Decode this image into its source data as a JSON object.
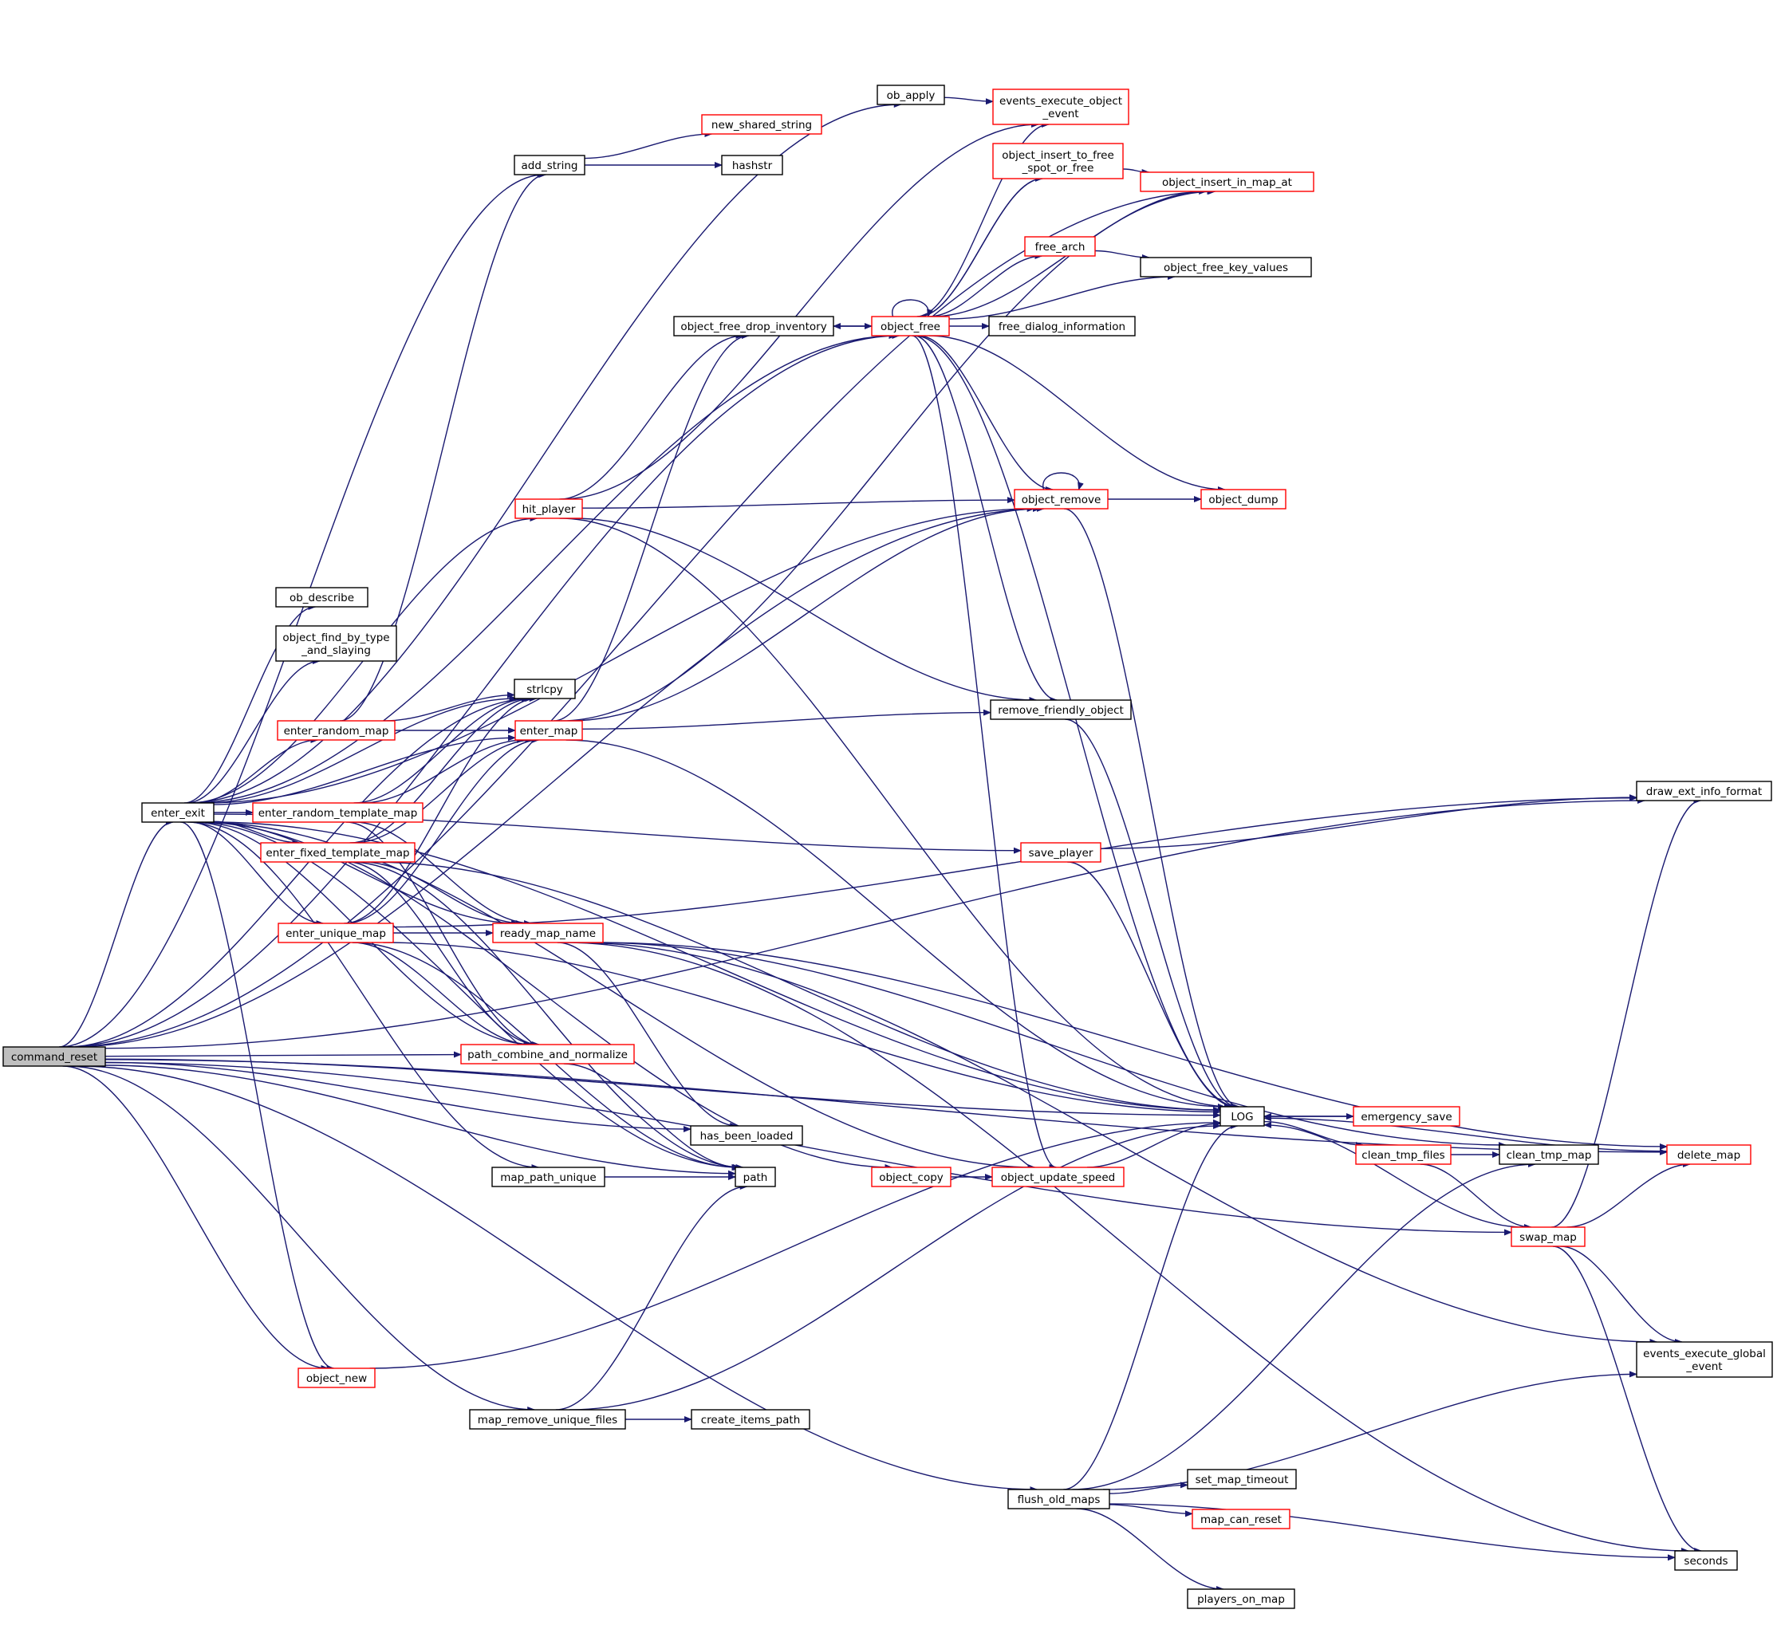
{
  "nodes": [
    {
      "id": "command_reset",
      "lines": [
        "command_reset"
      ],
      "style": "gray"
    },
    {
      "id": "enter_exit",
      "lines": [
        "enter_exit"
      ],
      "style": "black"
    },
    {
      "id": "ob_apply",
      "lines": [
        "ob_apply"
      ],
      "style": "black"
    },
    {
      "id": "events_execute_object_event",
      "lines": [
        "events_execute_object",
        "_event"
      ],
      "style": "red"
    },
    {
      "id": "new_shared_string",
      "lines": [
        "new_shared_string"
      ],
      "style": "red"
    },
    {
      "id": "add_string",
      "lines": [
        "add_string"
      ],
      "style": "black"
    },
    {
      "id": "hashstr",
      "lines": [
        "hashstr"
      ],
      "style": "black"
    },
    {
      "id": "object_insert_to_free_spot_or_free",
      "lines": [
        "object_insert_to_free",
        "_spot_or_free"
      ],
      "style": "red"
    },
    {
      "id": "object_insert_in_map_at",
      "lines": [
        "object_insert_in_map_at"
      ],
      "style": "red"
    },
    {
      "id": "free_arch",
      "lines": [
        "free_arch"
      ],
      "style": "red"
    },
    {
      "id": "object_free_key_values",
      "lines": [
        "object_free_key_values"
      ],
      "style": "black"
    },
    {
      "id": "object_free_drop_inventory",
      "lines": [
        "object_free_drop_inventory"
      ],
      "style": "black"
    },
    {
      "id": "object_free",
      "lines": [
        "object_free"
      ],
      "style": "red"
    },
    {
      "id": "free_dialog_information",
      "lines": [
        "free_dialog_information"
      ],
      "style": "black"
    },
    {
      "id": "hit_player",
      "lines": [
        "hit_player"
      ],
      "style": "red"
    },
    {
      "id": "object_remove",
      "lines": [
        "object_remove"
      ],
      "style": "red"
    },
    {
      "id": "object_dump",
      "lines": [
        "object_dump"
      ],
      "style": "red"
    },
    {
      "id": "ob_describe",
      "lines": [
        "ob_describe"
      ],
      "style": "black"
    },
    {
      "id": "object_find_by_type_and_slaying",
      "lines": [
        "object_find_by_type",
        "_and_slaying"
      ],
      "style": "black"
    },
    {
      "id": "strlcpy",
      "lines": [
        "strlcpy"
      ],
      "style": "black"
    },
    {
      "id": "enter_random_map",
      "lines": [
        "enter_random_map"
      ],
      "style": "red"
    },
    {
      "id": "enter_map",
      "lines": [
        "enter_map"
      ],
      "style": "red"
    },
    {
      "id": "remove_friendly_object",
      "lines": [
        "remove_friendly_object"
      ],
      "style": "black"
    },
    {
      "id": "draw_ext_info_format",
      "lines": [
        "draw_ext_info_format"
      ],
      "style": "black"
    },
    {
      "id": "enter_random_template_map",
      "lines": [
        "enter_random_template_map"
      ],
      "style": "red"
    },
    {
      "id": "enter_fixed_template_map",
      "lines": [
        "enter_fixed_template_map"
      ],
      "style": "red"
    },
    {
      "id": "save_player",
      "lines": [
        "save_player"
      ],
      "style": "red"
    },
    {
      "id": "enter_unique_map",
      "lines": [
        "enter_unique_map"
      ],
      "style": "red"
    },
    {
      "id": "ready_map_name",
      "lines": [
        "ready_map_name"
      ],
      "style": "red"
    },
    {
      "id": "path_combine_and_normalize",
      "lines": [
        "path_combine_and_normalize"
      ],
      "style": "red"
    },
    {
      "id": "LOG",
      "lines": [
        "LOG"
      ],
      "style": "black"
    },
    {
      "id": "emergency_save",
      "lines": [
        "emergency_save"
      ],
      "style": "red"
    },
    {
      "id": "has_been_loaded",
      "lines": [
        "has_been_loaded"
      ],
      "style": "black"
    },
    {
      "id": "clean_tmp_files",
      "lines": [
        "clean_tmp_files"
      ],
      "style": "red"
    },
    {
      "id": "clean_tmp_map",
      "lines": [
        "clean_tmp_map"
      ],
      "style": "black"
    },
    {
      "id": "delete_map",
      "lines": [
        "delete_map"
      ],
      "style": "red"
    },
    {
      "id": "map_path_unique",
      "lines": [
        "map_path_unique"
      ],
      "style": "black"
    },
    {
      "id": "path",
      "lines": [
        "path"
      ],
      "style": "black"
    },
    {
      "id": "object_copy",
      "lines": [
        "object_copy"
      ],
      "style": "red"
    },
    {
      "id": "object_update_speed",
      "lines": [
        "object_update_speed"
      ],
      "style": "red"
    },
    {
      "id": "swap_map",
      "lines": [
        "swap_map"
      ],
      "style": "red"
    },
    {
      "id": "events_execute_global_event",
      "lines": [
        "events_execute_global",
        "_event"
      ],
      "style": "black"
    },
    {
      "id": "object_new",
      "lines": [
        "object_new"
      ],
      "style": "red"
    },
    {
      "id": "map_remove_unique_files",
      "lines": [
        "map_remove_unique_files"
      ],
      "style": "black"
    },
    {
      "id": "create_items_path",
      "lines": [
        "create_items_path"
      ],
      "style": "black"
    },
    {
      "id": "set_map_timeout",
      "lines": [
        "set_map_timeout"
      ],
      "style": "black"
    },
    {
      "id": "flush_old_maps",
      "lines": [
        "flush_old_maps"
      ],
      "style": "black"
    },
    {
      "id": "map_can_reset",
      "lines": [
        "map_can_reset"
      ],
      "style": "red"
    },
    {
      "id": "seconds",
      "lines": [
        "seconds"
      ],
      "style": "black"
    },
    {
      "id": "players_on_map",
      "lines": [
        "players_on_map"
      ],
      "style": "black"
    }
  ],
  "edges": [
    [
      "command_reset",
      "enter_exit"
    ],
    [
      "command_reset",
      "add_string"
    ],
    [
      "command_reset",
      "object_insert_in_map_at"
    ],
    [
      "command_reset",
      "draw_ext_info_format"
    ],
    [
      "command_reset",
      "object_free"
    ],
    [
      "command_reset",
      "object_remove"
    ],
    [
      "command_reset",
      "strlcpy"
    ],
    [
      "command_reset",
      "path_combine_and_normalize"
    ],
    [
      "command_reset",
      "has_been_loaded"
    ],
    [
      "command_reset",
      "path"
    ],
    [
      "command_reset",
      "LOG"
    ],
    [
      "command_reset",
      "object_new"
    ],
    [
      "command_reset",
      "map_remove_unique_files"
    ],
    [
      "command_reset",
      "swap_map"
    ],
    [
      "command_reset",
      "delete_map"
    ],
    [
      "command_reset",
      "flush_old_maps"
    ],
    [
      "enter_exit",
      "ob_apply"
    ],
    [
      "enter_exit",
      "object_free"
    ],
    [
      "enter_exit",
      "object_remove"
    ],
    [
      "enter_exit",
      "hit_player"
    ],
    [
      "enter_exit",
      "ob_describe"
    ],
    [
      "enter_exit",
      "object_find_by_type_and_slaying"
    ],
    [
      "enter_exit",
      "strlcpy"
    ],
    [
      "enter_exit",
      "enter_random_map"
    ],
    [
      "enter_exit",
      "enter_map"
    ],
    [
      "enter_exit",
      "save_player"
    ],
    [
      "enter_exit",
      "enter_random_template_map"
    ],
    [
      "enter_exit",
      "enter_fixed_template_map"
    ],
    [
      "enter_exit",
      "enter_unique_map"
    ],
    [
      "enter_exit",
      "ready_map_name"
    ],
    [
      "enter_exit",
      "path_combine_and_normalize"
    ],
    [
      "enter_exit",
      "map_path_unique"
    ],
    [
      "enter_exit",
      "path"
    ],
    [
      "enter_exit",
      "object_copy"
    ],
    [
      "enter_exit",
      "object_update_speed"
    ],
    [
      "enter_exit",
      "LOG"
    ],
    [
      "enter_exit",
      "object_new"
    ],
    [
      "ob_apply",
      "events_execute_object_event"
    ],
    [
      "add_string",
      "new_shared_string"
    ],
    [
      "add_string",
      "hashstr"
    ],
    [
      "object_insert_to_free_spot_or_free",
      "object_insert_in_map_at"
    ],
    [
      "object_insert_to_free_spot_or_free",
      "object_free"
    ],
    [
      "free_arch",
      "object_free_key_values"
    ],
    [
      "object_free_drop_inventory",
      "object_free"
    ],
    [
      "object_free",
      "object_free_drop_inventory"
    ],
    [
      "object_free",
      "object_free"
    ],
    [
      "object_free",
      "events_execute_object_event"
    ],
    [
      "object_free",
      "object_insert_to_free_spot_or_free"
    ],
    [
      "object_free",
      "object_insert_in_map_at"
    ],
    [
      "object_free",
      "free_arch"
    ],
    [
      "object_free",
      "object_free_key_values"
    ],
    [
      "object_free",
      "free_dialog_information"
    ],
    [
      "object_free",
      "object_dump"
    ],
    [
      "object_free",
      "object_remove"
    ],
    [
      "object_free",
      "remove_friendly_object"
    ],
    [
      "object_free",
      "LOG"
    ],
    [
      "object_free",
      "object_update_speed"
    ],
    [
      "hit_player",
      "events_execute_object_event"
    ],
    [
      "hit_player",
      "object_free_drop_inventory"
    ],
    [
      "hit_player",
      "object_remove"
    ],
    [
      "hit_player",
      "remove_friendly_object"
    ],
    [
      "hit_player",
      "LOG"
    ],
    [
      "object_remove",
      "object_remove"
    ],
    [
      "object_remove",
      "object_dump"
    ],
    [
      "object_remove",
      "LOG"
    ],
    [
      "enter_random_map",
      "add_string"
    ],
    [
      "enter_random_map",
      "strlcpy"
    ],
    [
      "enter_random_map",
      "enter_map"
    ],
    [
      "enter_map",
      "object_free_drop_inventory"
    ],
    [
      "enter_map",
      "object_remove"
    ],
    [
      "enter_map",
      "object_insert_in_map_at"
    ],
    [
      "enter_map",
      "remove_friendly_object"
    ],
    [
      "enter_map",
      "LOG"
    ],
    [
      "remove_friendly_object",
      "LOG"
    ],
    [
      "enter_random_template_map",
      "strlcpy"
    ],
    [
      "enter_random_template_map",
      "enter_map"
    ],
    [
      "enter_random_template_map",
      "ready_map_name"
    ],
    [
      "enter_random_template_map",
      "path_combine_and_normalize"
    ],
    [
      "enter_fixed_template_map",
      "strlcpy"
    ],
    [
      "enter_fixed_template_map",
      "enter_map"
    ],
    [
      "enter_fixed_template_map",
      "ready_map_name"
    ],
    [
      "enter_fixed_template_map",
      "path_combine_and_normalize"
    ],
    [
      "enter_fixed_template_map",
      "path"
    ],
    [
      "enter_fixed_template_map",
      "LOG"
    ],
    [
      "save_player",
      "draw_ext_info_format"
    ],
    [
      "save_player",
      "LOG"
    ],
    [
      "enter_unique_map",
      "strlcpy"
    ],
    [
      "enter_unique_map",
      "enter_map"
    ],
    [
      "enter_unique_map",
      "ready_map_name"
    ],
    [
      "enter_unique_map",
      "path_combine_and_normalize"
    ],
    [
      "enter_unique_map",
      "path"
    ],
    [
      "enter_unique_map",
      "LOG"
    ],
    [
      "enter_unique_map",
      "draw_ext_info_format"
    ],
    [
      "ready_map_name",
      "delete_map"
    ],
    [
      "ready_map_name",
      "clean_tmp_map"
    ],
    [
      "ready_map_name",
      "has_been_loaded"
    ],
    [
      "ready_map_name",
      "events_execute_global_event"
    ],
    [
      "ready_map_name",
      "seconds"
    ],
    [
      "path_combine_and_normalize",
      "path"
    ],
    [
      "LOG",
      "emergency_save"
    ],
    [
      "LOG",
      "clean_tmp_files"
    ],
    [
      "emergency_save",
      "LOG"
    ],
    [
      "clean_tmp_files",
      "clean_tmp_map"
    ],
    [
      "clean_tmp_files",
      "swap_map"
    ],
    [
      "delete_map",
      "LOG"
    ],
    [
      "map_path_unique",
      "path"
    ],
    [
      "object_copy",
      "object_update_speed"
    ],
    [
      "object_update_speed",
      "LOG"
    ],
    [
      "swap_map",
      "LOG"
    ],
    [
      "swap_map",
      "draw_ext_info_format"
    ],
    [
      "swap_map",
      "delete_map"
    ],
    [
      "swap_map",
      "events_execute_global_event"
    ],
    [
      "swap_map",
      "seconds"
    ],
    [
      "object_new",
      "LOG"
    ],
    [
      "map_remove_unique_files",
      "path"
    ],
    [
      "map_remove_unique_files",
      "create_items_path"
    ],
    [
      "map_remove_unique_files",
      "LOG"
    ],
    [
      "flush_old_maps",
      "LOG"
    ],
    [
      "flush_old_maps",
      "clean_tmp_map"
    ],
    [
      "flush_old_maps",
      "events_execute_global_event"
    ],
    [
      "flush_old_maps",
      "set_map_timeout"
    ],
    [
      "flush_old_maps",
      "map_can_reset"
    ],
    [
      "flush_old_maps",
      "seconds"
    ],
    [
      "flush_old_maps",
      "players_on_map"
    ]
  ]
}
